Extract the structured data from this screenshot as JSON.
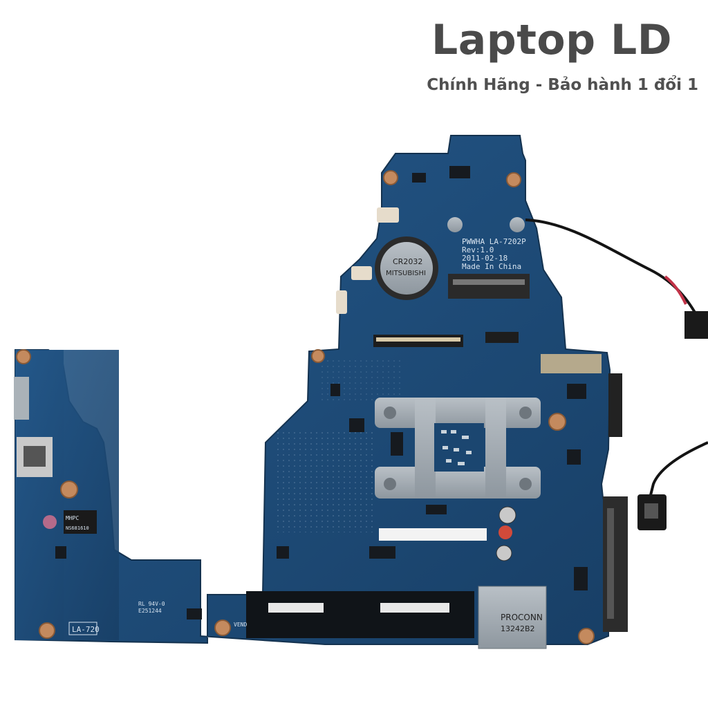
{
  "brand": {
    "title": "Laptop LD",
    "subtitle": "Chính Hãng - Bảo hành 1 đổi 1"
  },
  "board": {
    "model_line1": "PWWHA LA-7202P",
    "model_line2": "Rev:1.0",
    "model_line3": "2011-02-18",
    "model_line4": "Made In China",
    "battery_text1": "CR2032",
    "battery_text2": "MITSUBISHI",
    "card_reader_line1": "PROCONN",
    "card_reader_line2": "13242B2",
    "lan_chip_line1": "MHPC",
    "lan_chip_line2": "NS681610",
    "sub_board_label": "LA-720",
    "cert_line1": "RL 94V-0",
    "cert_line2": "E251244",
    "vendor_label": "VEND"
  },
  "colors": {
    "pcb": "#1f4f7e",
    "pcb_dark": "#173d62",
    "bracket": "#9aa3ab",
    "brand_text": "#4a4a4a"
  }
}
